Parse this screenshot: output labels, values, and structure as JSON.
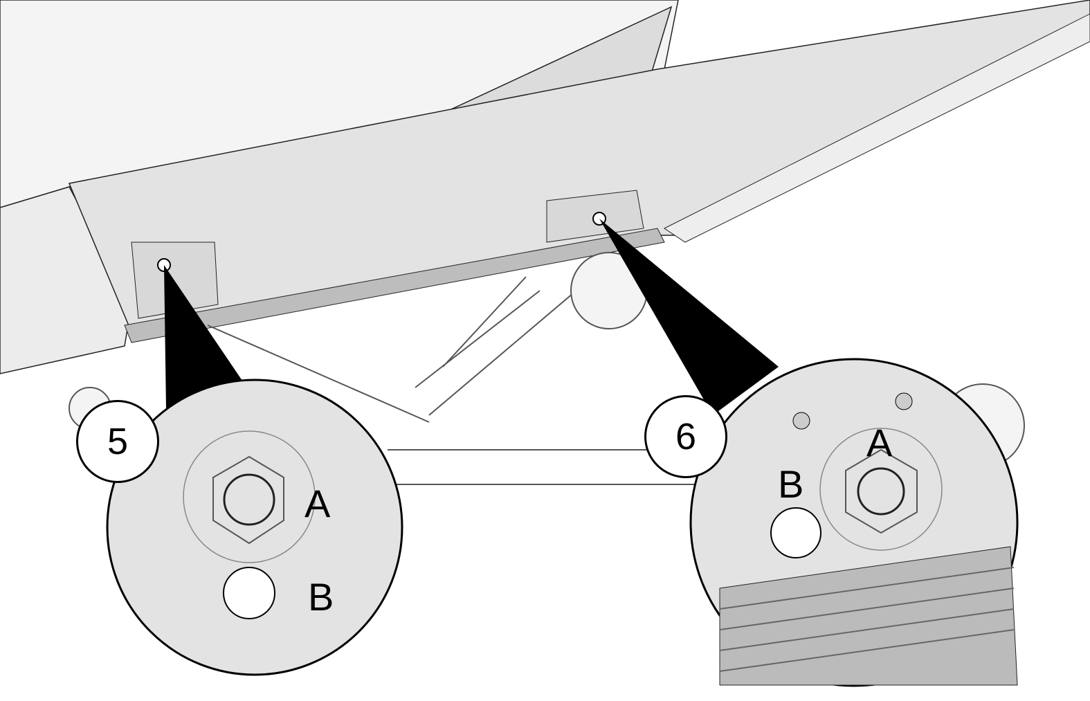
{
  "callouts": [
    {
      "number": "5",
      "label_a": "A",
      "label_b": "B"
    },
    {
      "number": "6",
      "label_a": "A",
      "label_b": "B"
    }
  ],
  "colors": {
    "panel": "#e3e3e3",
    "line": "#000000",
    "body": "#f2f2f2"
  }
}
